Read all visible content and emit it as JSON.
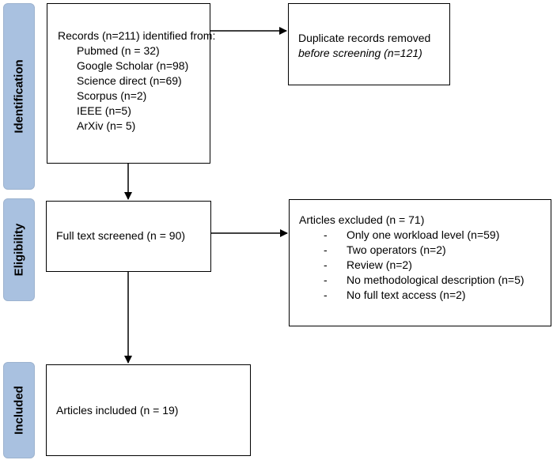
{
  "phases": {
    "identification": "Identification",
    "eligibility": "Eligibility",
    "included": "Included"
  },
  "records_box": {
    "heading": "Records (n=211) identified from:",
    "sources": [
      "Pubmed (n = 32)",
      "Google Scholar (n=98)",
      "Science direct (n=69)",
      "Scorpus (n=2)",
      "IEEE (n=5)",
      "ArXiv (n= 5)"
    ]
  },
  "duplicates_box": {
    "line1": "Duplicate records removed",
    "line2": "before screening (n=121)"
  },
  "screened_box": {
    "text": "Full text screened (n = 90)"
  },
  "excluded_box": {
    "heading": "Articles excluded (n = 71)",
    "bullet": "-",
    "reasons": [
      "Only one workload level (n=59)",
      "Two operators (n=2)",
      "Review (n=2)",
      "No methodological description (n=5)",
      "No full text access (n=2)"
    ]
  },
  "included_box": {
    "text": "Articles included (n = 19)"
  },
  "colors": {
    "phase_fill": "#a9c1e0",
    "phase_border": "#9db3cf",
    "box_border": "#000000",
    "arrow": "#000000"
  }
}
